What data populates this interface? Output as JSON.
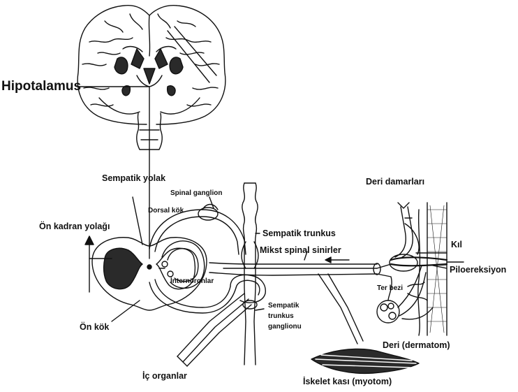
{
  "labels": {
    "hipotalamus": "Hipotalamus",
    "sempatik_yolak": "Sempatik yolak",
    "spinal_ganglion": "Spinal ganglion",
    "dorsal_kok": "Dorsal kök",
    "on_kadran_yolagi": "Ön kadran yolağı",
    "internoronlar": "İnternöronlar",
    "on_kok": "Ön kök",
    "ic_organlar": "İç organlar",
    "sempatik_trunkus": "Sempatik trunkus",
    "mikst_spinal_sinirler": "Mikst spinal sinirler",
    "sempatik_trunkus_ganglionu_line1": "Sempatik",
    "sempatik_trunkus_ganglionu_line2": "trunkus",
    "sempatik_trunkus_ganglionu_line3": "ganglionu",
    "deri_damarlari": "Deri damarları",
    "kil": "Kıl",
    "piloereksiyon": "Piloereksiyon",
    "ter_bezi": "Ter bezi",
    "deri_dermatom": "Deri (dermatom)",
    "iskelet_kasi": "İskelet kası (myotom)"
  },
  "colors": {
    "ink": "#111111",
    "fill_dark": "#2a2a2a",
    "fill_light": "#ffffff"
  }
}
